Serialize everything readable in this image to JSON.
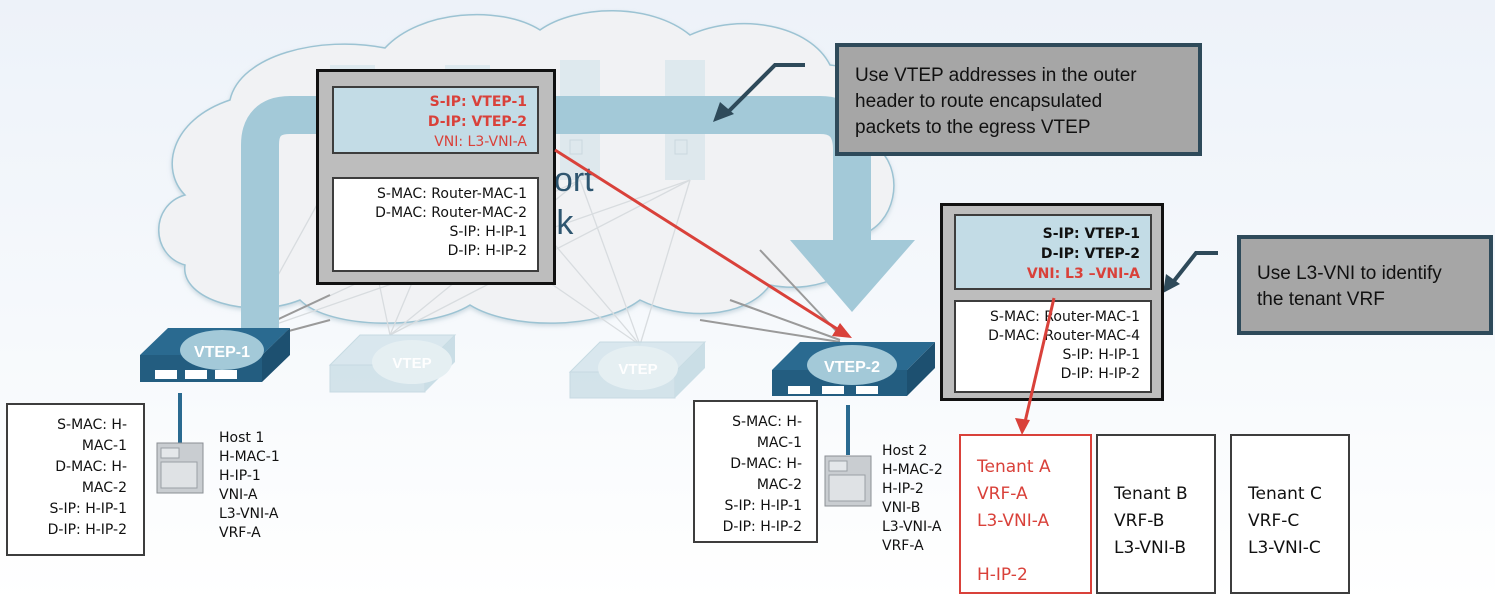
{
  "diagram": {
    "type": "vxlan-evpn-l3-routing",
    "colors": {
      "accent_red": "#d9413a",
      "tunnel_blue": "#a3c9d8",
      "switch_blue": "#2a6a90",
      "callout_gray": "#a6a6a6",
      "callout_border": "#2e4a5a",
      "outer_header_fill": "#c3dce6"
    },
    "cloud": {
      "label_line1": "port",
      "label_line2": "rk"
    },
    "switches": [
      {
        "id": "vtep1",
        "label": "VTEP-1",
        "active": true
      },
      {
        "id": "vtep-a",
        "label": "VTEP",
        "active": false
      },
      {
        "id": "vtep-b",
        "label": "VTEP",
        "active": false
      },
      {
        "id": "vtep2",
        "label": "VTEP-2",
        "active": true
      }
    ],
    "packet_in_transit": {
      "outer": [
        "S-IP: VTEP-1",
        "D-IP: VTEP-2",
        "VNI: L3-VNI-A"
      ],
      "inner": [
        "S-MAC: Router-MAC-1",
        "D-MAC: Router-MAC-2",
        "S-IP: H-IP-1",
        "D-IP: H-IP-2"
      ]
    },
    "packet_at_egress": {
      "outer": [
        "S-IP: VTEP-1",
        "D-IP: VTEP-2",
        "VNI: L3 –VNI-A"
      ],
      "inner": [
        "S-MAC: Router-MAC-1",
        "D-MAC: Router-MAC-4",
        "S-IP: H-IP-1",
        "D-IP: H-IP-2"
      ]
    },
    "callouts": [
      {
        "id": "outer-header",
        "lines": [
          "Use VTEP addresses in the outer",
          "header  to route  encapsulated",
          "packets to the egress VTEP"
        ]
      },
      {
        "id": "l3vni",
        "lines": [
          "Use L3-VNI  to identify",
          "the tenant VRF"
        ]
      }
    ],
    "host1_frame": [
      "S-MAC: H-",
      "MAC-1",
      "D-MAC: H-",
      "MAC-2",
      "S-IP: H-IP-1",
      "D-IP: H-IP-2"
    ],
    "host2_frame": [
      "S-MAC: H-",
      "MAC-1",
      "D-MAC: H-",
      "MAC-2",
      "S-IP: H-IP-1",
      "D-IP: H-IP-2"
    ],
    "host1": [
      "Host 1",
      "H-MAC-1",
      "H-IP-1",
      "VNI-A",
      "L3-VNI-A",
      "VRF-A"
    ],
    "host2": [
      "Host 2",
      "H-MAC-2",
      "H-IP-2",
      "VNI-B",
      "L3-VNI-A",
      "VRF-A"
    ],
    "tenants": [
      {
        "lines": [
          "Tenant A",
          "VRF-A",
          "L3-VNI-A",
          "",
          "H-IP-2"
        ],
        "selected": true
      },
      {
        "lines": [
          "Tenant B",
          "VRF-B",
          "L3-VNI-B"
        ],
        "selected": false
      },
      {
        "lines": [
          "Tenant C",
          "VRF-C",
          "L3-VNI-C"
        ],
        "selected": false
      }
    ]
  }
}
